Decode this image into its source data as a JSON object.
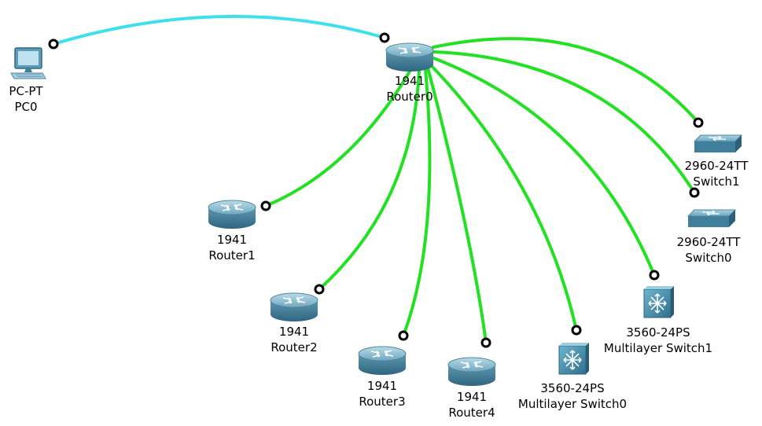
{
  "colors": {
    "ethernet_link": "#22e022",
    "console_link": "#3fe0ee",
    "port_status": "#000000"
  },
  "devices": {
    "pc0": {
      "model": "PC-PT",
      "name": "PC0",
      "icon": "pc-icon"
    },
    "router0": {
      "model": "1941",
      "name": "Router0",
      "icon": "router-icon"
    },
    "router1": {
      "model": "1941",
      "name": "Router1",
      "icon": "router-icon"
    },
    "router2": {
      "model": "1941",
      "name": "Router2",
      "icon": "router-icon"
    },
    "router3": {
      "model": "1941",
      "name": "Router3",
      "icon": "router-icon"
    },
    "router4": {
      "model": "1941",
      "name": "Router4",
      "icon": "router-icon"
    },
    "mlswitch0": {
      "model": "3560-24PS",
      "name": "Multilayer Switch0",
      "icon": "multilayer-switch-icon"
    },
    "mlswitch1": {
      "model": "3560-24PS",
      "name": "Multilayer Switch1",
      "icon": "multilayer-switch-icon"
    },
    "switch0": {
      "model": "2960-24TT",
      "name": "Switch0",
      "icon": "switch-icon"
    },
    "switch1": {
      "model": "2960-24TT",
      "name": "Switch1",
      "icon": "switch-icon"
    }
  }
}
